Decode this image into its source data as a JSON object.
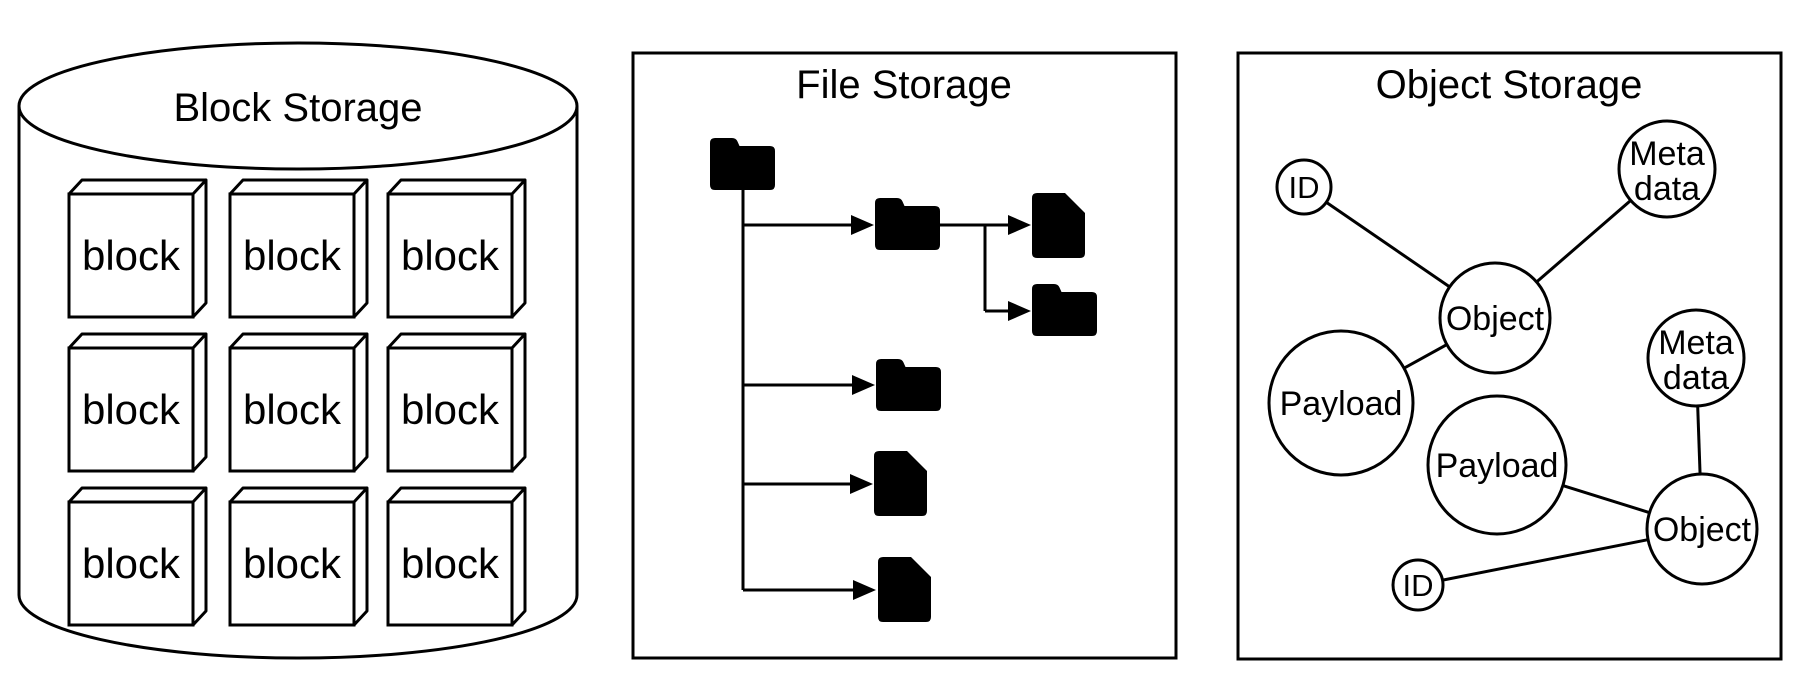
{
  "diagram": {
    "colors": {
      "ink": "#000000",
      "background": "#ffffff"
    },
    "block_storage": {
      "title": "Block Storage",
      "block_label": "block",
      "grid_rows": 3,
      "grid_cols": 3
    },
    "file_storage": {
      "title": "File Storage",
      "icons": {
        "root_folder": "folder",
        "children": [
          "folder",
          "folder",
          "file",
          "file"
        ],
        "subfolder_children": [
          "file",
          "folder"
        ]
      }
    },
    "object_storage": {
      "title": "Object Storage",
      "labels": {
        "id": "ID",
        "meta_line1": "Meta",
        "meta_line2": "data",
        "object": "Object",
        "payload": "Payload"
      }
    }
  }
}
